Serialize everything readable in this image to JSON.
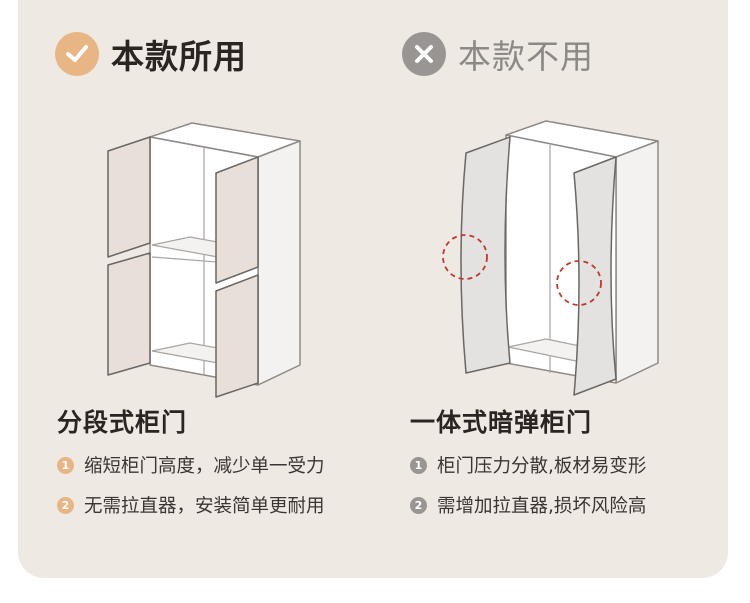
{
  "good": {
    "header": "本款所用",
    "subtitle": "分段式柜门",
    "points": [
      {
        "num": "1",
        "text": "缩短柜门高度，减少单一受力"
      },
      {
        "num": "2",
        "text": "无需拉直器，安装简单更耐用"
      }
    ]
  },
  "bad": {
    "header": "本款不用",
    "subtitle": "一体式暗弹柜门",
    "points": [
      {
        "num": "1",
        "text": "柜门压力分散,板材易变形"
      },
      {
        "num": "2",
        "text": "需增加拉直器,损坏风险高"
      }
    ]
  },
  "colors": {
    "background": "#efe9e4",
    "accent": "#e8b584",
    "muted": "#999593",
    "highlight_circle": "#c0392b"
  },
  "icons": {
    "good_badge": "check-icon",
    "bad_badge": "cross-icon"
  }
}
